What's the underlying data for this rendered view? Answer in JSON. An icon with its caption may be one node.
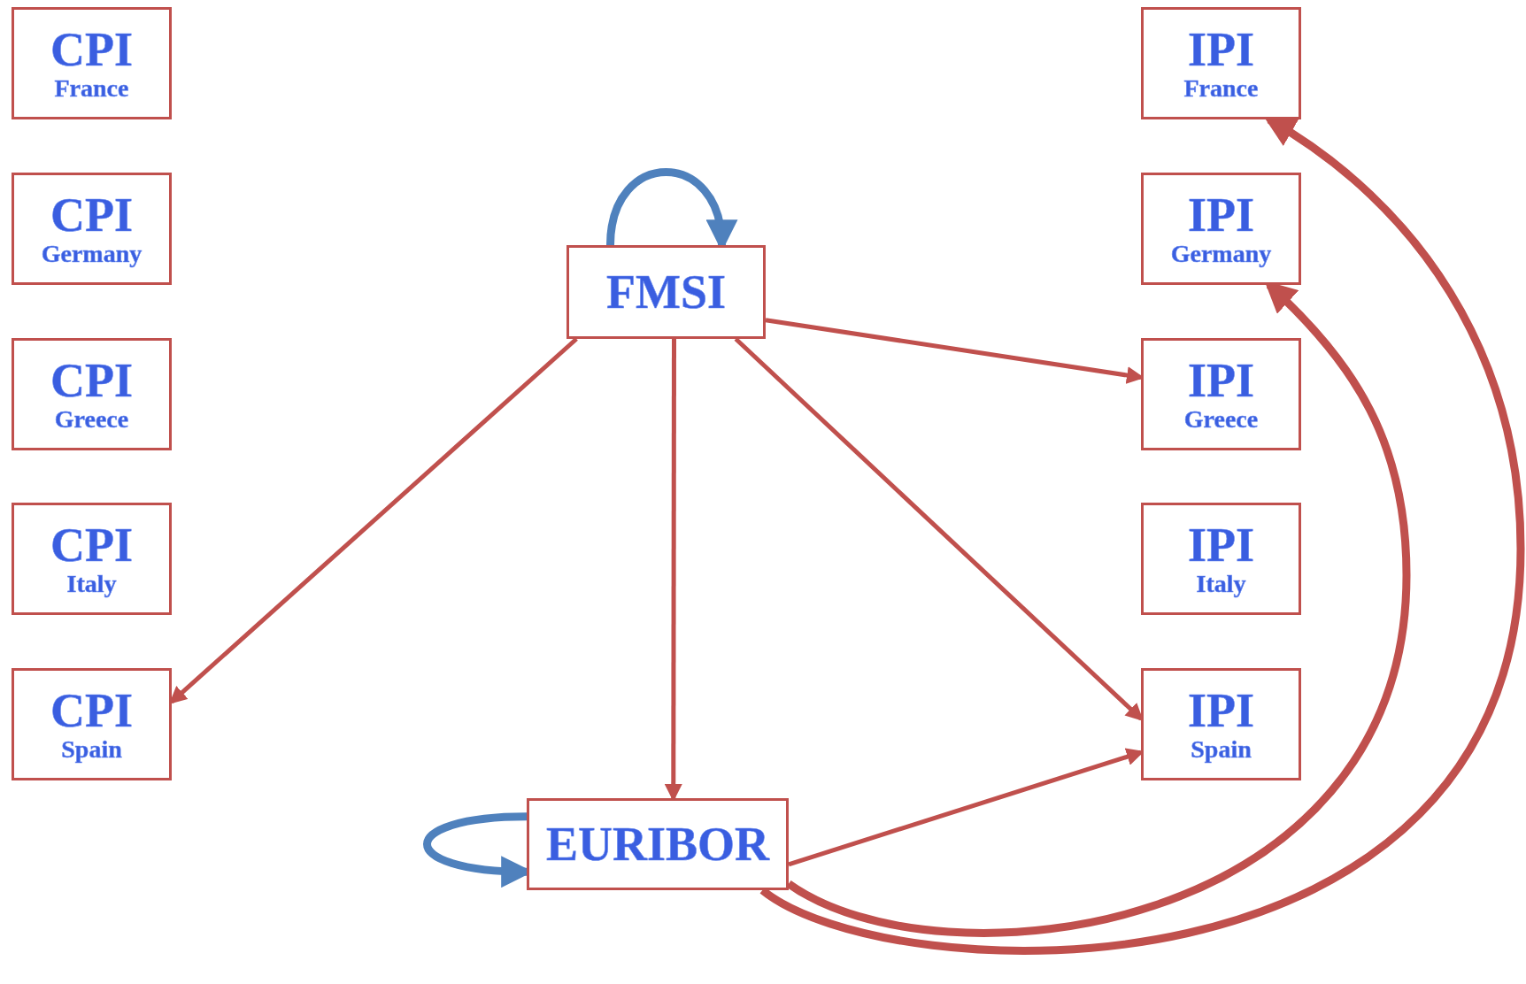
{
  "diagram": {
    "nodes": [
      {
        "text": [
          "CPI",
          "France"
        ]
      },
      {
        "text": [
          "CPI",
          "Germany"
        ]
      },
      {
        "text": [
          "CPI",
          "Greece"
        ]
      },
      {
        "text": [
          "CPI",
          "Italy"
        ]
      },
      {
        "text": [
          "CPI",
          "Spain"
        ]
      },
      {
        "text": [
          "FMSI"
        ]
      },
      {
        "text": [
          "EURIBOR"
        ]
      },
      {
        "text": [
          "IPI",
          "France"
        ]
      },
      {
        "text": [
          "IPI",
          "Germany"
        ]
      },
      {
        "text": [
          "IPI",
          "Greece"
        ]
      },
      {
        "text": [
          "IPI",
          "Italy"
        ]
      },
      {
        "text": [
          "IPI",
          "Spain"
        ]
      }
    ],
    "edges": [
      {
        "from": 5,
        "to": 5,
        "arrow": "to",
        "style": "thick",
        "color": "#4f81bd"
      },
      {
        "from": 5,
        "to": 4,
        "arrow": "to"
      },
      {
        "from": 5,
        "to": 6,
        "arrow": "to"
      },
      {
        "from": 5,
        "to": 9,
        "arrow": "to"
      },
      {
        "from": 5,
        "to": 11,
        "arrow": "to"
      },
      {
        "from": 6,
        "to": 6,
        "arrow": "to",
        "style": "thick",
        "color": "#4f81bd"
      },
      {
        "from": 6,
        "to": 11,
        "arrow": "to"
      },
      {
        "from": 6,
        "to": 8,
        "arrow": "to",
        "style": "thick"
      },
      {
        "from": 6,
        "to": 7,
        "arrow": "to",
        "style": "thick"
      }
    ]
  }
}
